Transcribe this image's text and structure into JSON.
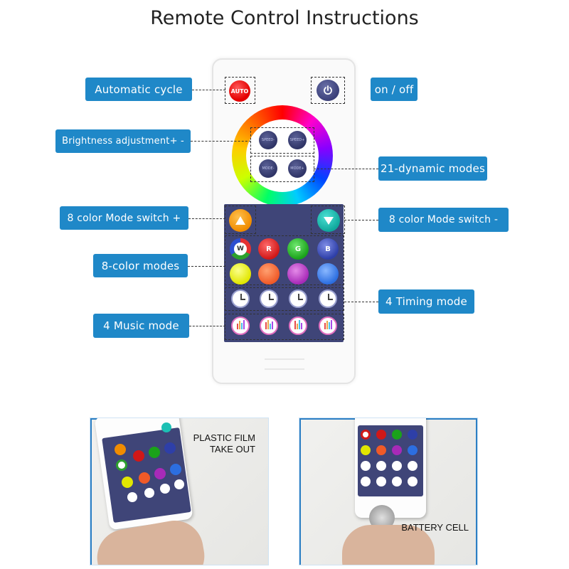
{
  "title": "Remote Control Instructions",
  "remote": {
    "auto_label": "AUTO",
    "mini_buttons": [
      "SPEED-",
      "SPEED+",
      "MODE-",
      "MODE+"
    ],
    "color_buttons": [
      "W",
      "R",
      "G",
      "B"
    ]
  },
  "labels": {
    "automatic_cycle": "Automatic cycle",
    "on_off": "on / off",
    "brightness": "Brightness adjustment+ -",
    "dynamic_modes": "21-dynamic modes",
    "color_switch_plus": "8 color Mode switch +",
    "color_switch_minus": "8 color Mode switch -",
    "color_modes": "8-color modes",
    "timing_mode": "4 Timing mode",
    "music_mode": "4 Music mode"
  },
  "photos": {
    "left_line1": "PLASTIC FILM",
    "left_line2": "TAKE OUT",
    "right_text": "BATTERY CELL"
  },
  "colors": {
    "label_bg": "#1f88c8",
    "panel": "#3f4578",
    "auto_button": "#e40000",
    "up_button": "#f7a21b",
    "down_button": "#1cc0b4"
  }
}
